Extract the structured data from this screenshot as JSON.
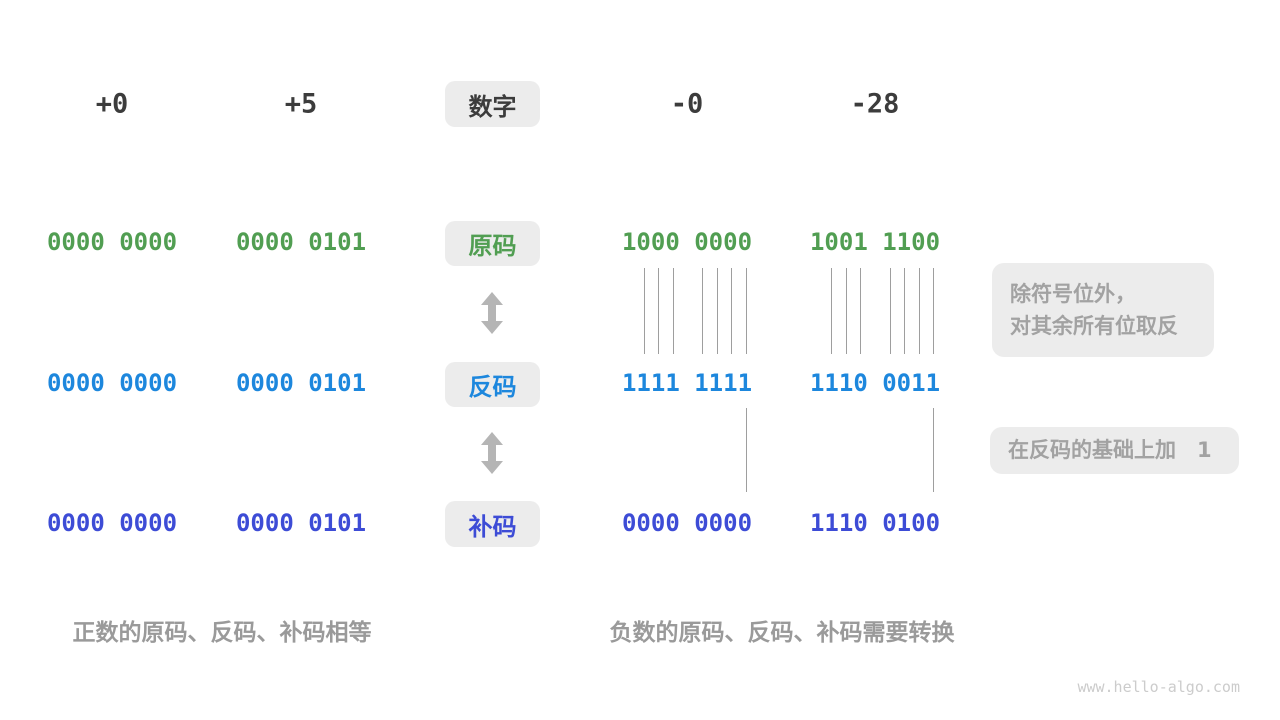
{
  "palette": {
    "ink": "#3c3c3c",
    "green": "#519e52",
    "blue": "#1d87dd",
    "indigo": "#3d4cd6",
    "box-bg": "#ececec",
    "muted": "#a2a2a2",
    "muted2": "#9a9a9a",
    "line": "#9e9e9e",
    "arrow": "#b5b5b5",
    "watermark": "#cccccc"
  },
  "header": {
    "numbers": [
      "+0",
      "+5",
      "-0",
      "-28"
    ],
    "label": "数字"
  },
  "rows": [
    {
      "label": "原码",
      "values": [
        "0000 0000",
        "0000 0101",
        "1000 0000",
        "1001 1100"
      ]
    },
    {
      "label": "反码",
      "values": [
        "0000 0000",
        "0000 0101",
        "1111 1111",
        "1110 0011"
      ]
    },
    {
      "label": "补码",
      "values": [
        "0000 0000",
        "0000 0101",
        "0000 0000",
        "1110 0100"
      ]
    }
  ],
  "notes": {
    "invert_line1": "除符号位外，",
    "invert_line2": "对其余所有位取反",
    "add_one": "在反码的基础上加　1"
  },
  "captions": {
    "positive": "正数的原码、反码、补码相等",
    "negative": "负数的原码、反码、补码需要转换"
  },
  "watermark": "www.hello-algo.com"
}
